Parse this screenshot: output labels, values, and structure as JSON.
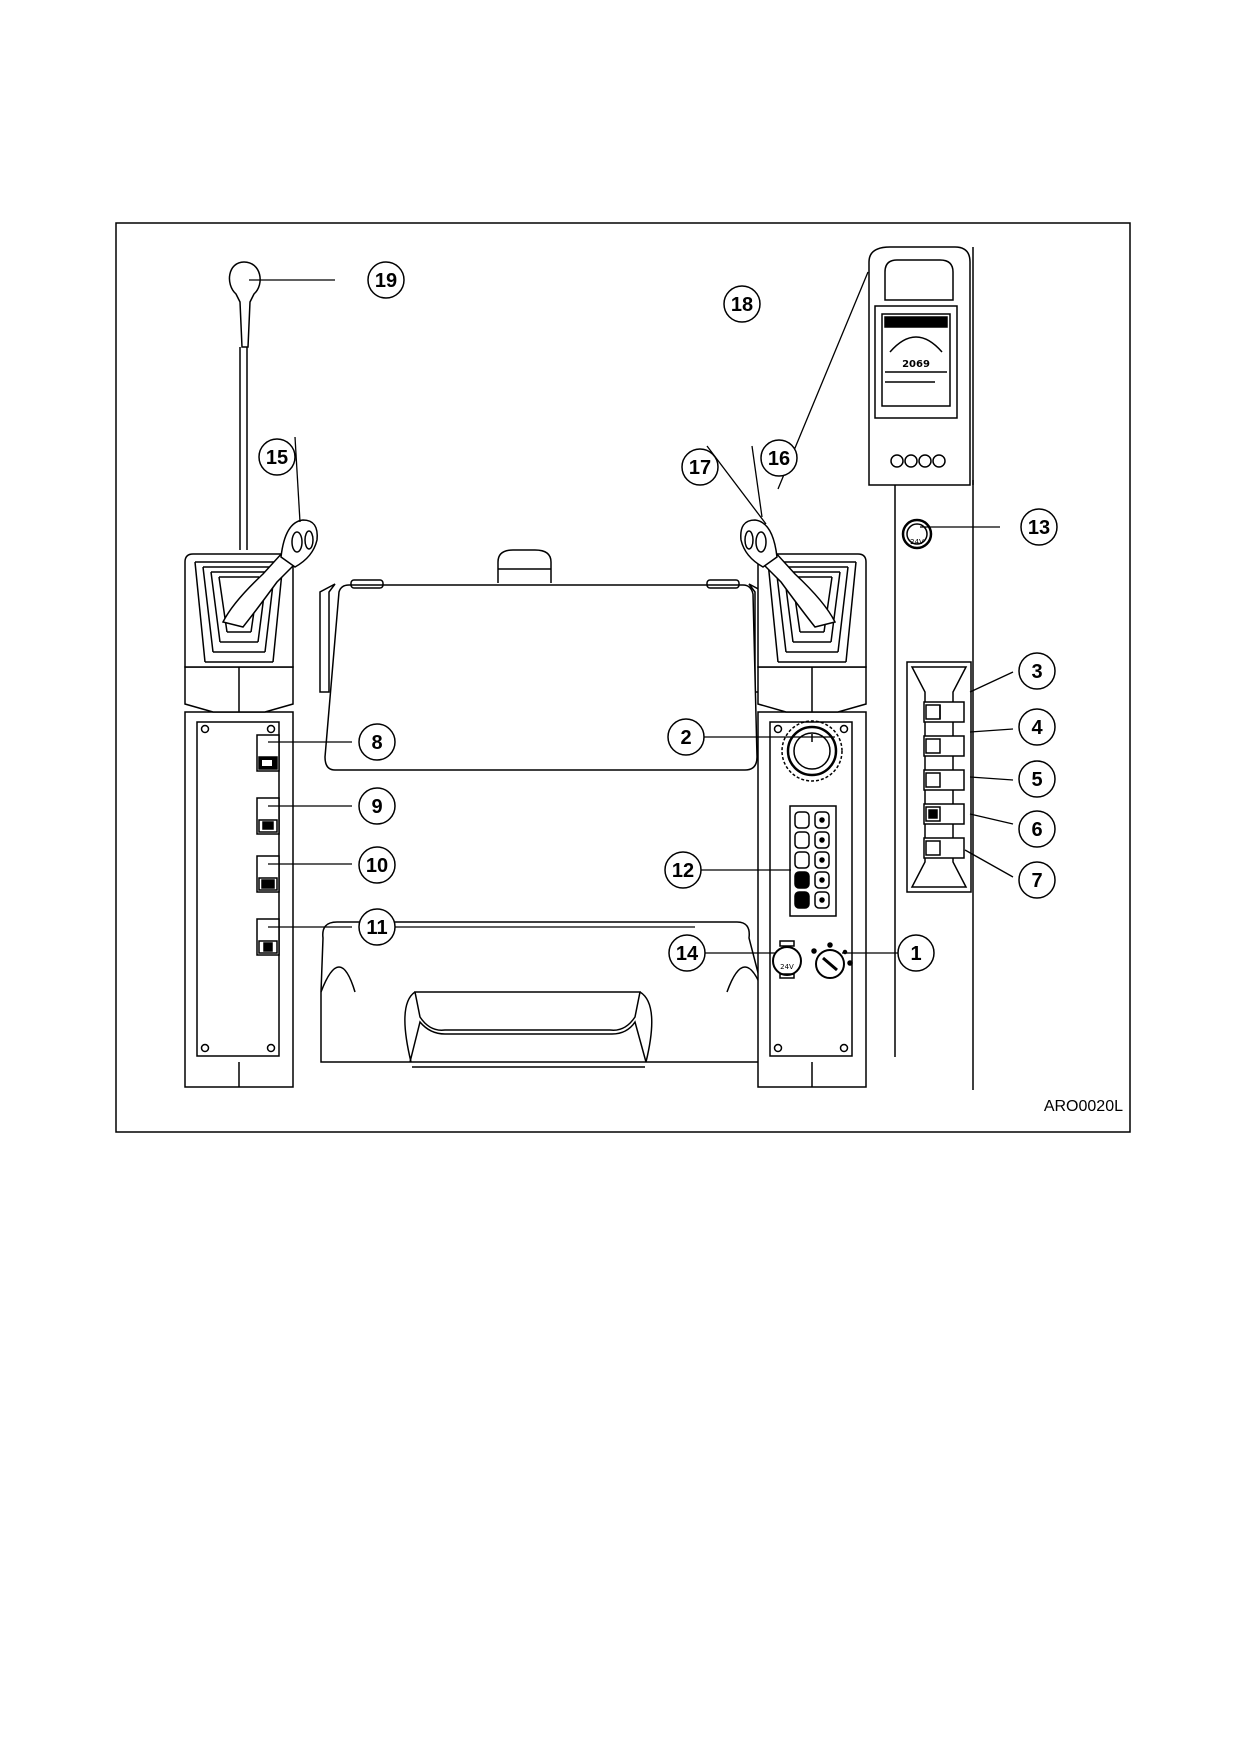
{
  "figure": {
    "id_code": "ARO0020L"
  },
  "callouts": [
    {
      "num": "1",
      "name": "ignition-key-switch"
    },
    {
      "num": "2",
      "name": "rotary-dial"
    },
    {
      "num": "3",
      "name": "switch-3"
    },
    {
      "num": "4",
      "name": "switch-4"
    },
    {
      "num": "5",
      "name": "switch-5"
    },
    {
      "num": "6",
      "name": "switch-6"
    },
    {
      "num": "7",
      "name": "switch-7"
    },
    {
      "num": "8",
      "name": "switch-8"
    },
    {
      "num": "9",
      "name": "switch-9"
    },
    {
      "num": "10",
      "name": "switch-10"
    },
    {
      "num": "11",
      "name": "switch-11"
    },
    {
      "num": "12",
      "name": "keypad-12"
    },
    {
      "num": "13",
      "name": "socket-13"
    },
    {
      "num": "14",
      "name": "socket-14"
    },
    {
      "num": "15",
      "name": "left-joystick"
    },
    {
      "num": "16",
      "name": "right-joystick"
    },
    {
      "num": "17",
      "name": "right-joystick-button"
    },
    {
      "num": "18",
      "name": "monitor-panel"
    },
    {
      "num": "19",
      "name": "lever-19"
    }
  ],
  "monitor": {
    "readout": "2069"
  },
  "sockets": {
    "voltage_label": "24V"
  }
}
